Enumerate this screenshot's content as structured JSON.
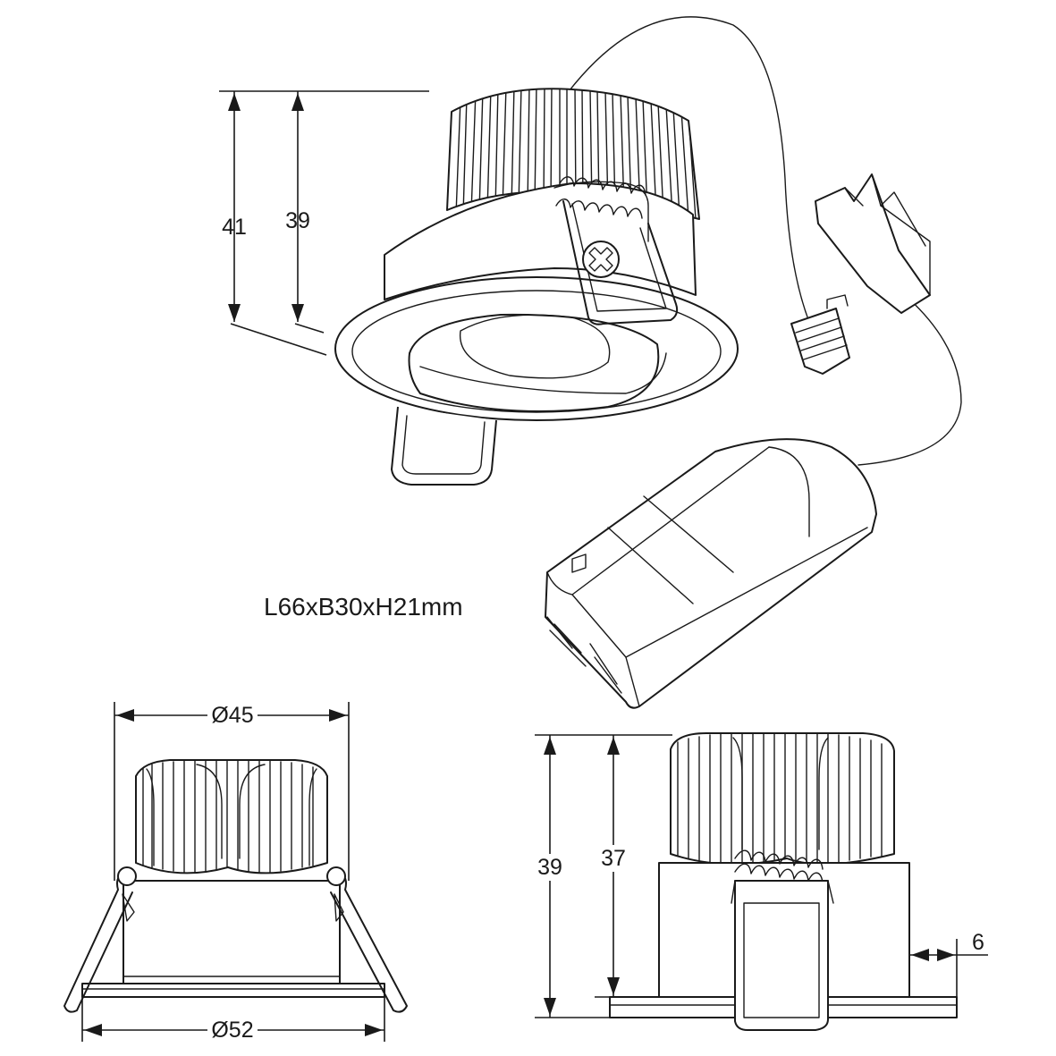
{
  "labels": {
    "top_height_outer": "41",
    "top_height_inner": "39",
    "driver_size": "L66xB30xH21mm",
    "diameter_heatsink": "Ø45",
    "diameter_flange": "Ø52",
    "side_height_outer": "39",
    "side_height_inner": "37",
    "flange_offset": "6"
  },
  "colors": {
    "line": "#1a1a1a",
    "background": "#ffffff"
  }
}
